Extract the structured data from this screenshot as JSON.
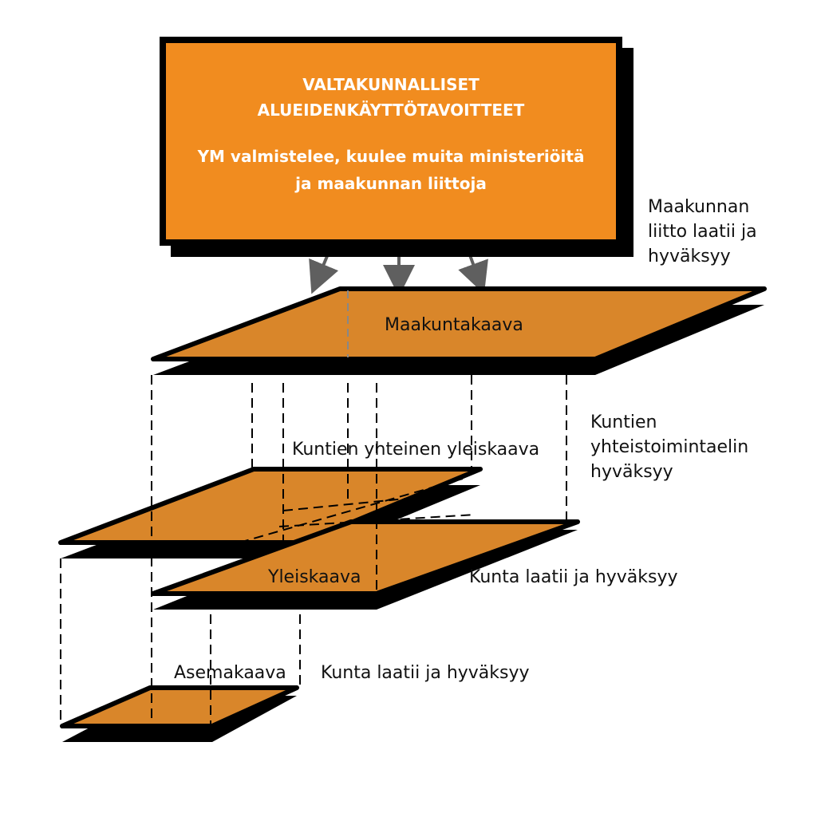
{
  "top_box": {
    "title_lines": [
      "VALTAKUNNALLISET",
      "ALUEIDENKÄYTTÖTAVOITTEET"
    ],
    "desc_lines": [
      "YM valmistelee, kuulee muita ministeriöitä",
      "ja maakunnan liittoja"
    ]
  },
  "right_labels": {
    "maakunta_approver": [
      "Maakunnan",
      "liitto laatii ja",
      "hyväksyy"
    ],
    "kuntien_approver": [
      "Kuntien",
      "yhteistoimintaelin",
      "hyväksyy"
    ],
    "yleiskaava_approver": "Kunta laatii ja hyväksyy",
    "asemakaava_approver": "Kunta laatii ja hyväksyy"
  },
  "planes": {
    "maakuntakaava": "Maakuntakaava",
    "yhteinen_yleiskaava": "Kuntien yhteinen yleiskaava",
    "yleiskaava": "Yleiskaava",
    "asemakaava": "Asemakaava"
  },
  "colors": {
    "plane_fill": "#D9862A",
    "box_fill": "#F18C1F",
    "box_text": "#FFFFFF",
    "arrow": "#5F5F5F",
    "outline": "#000000"
  }
}
